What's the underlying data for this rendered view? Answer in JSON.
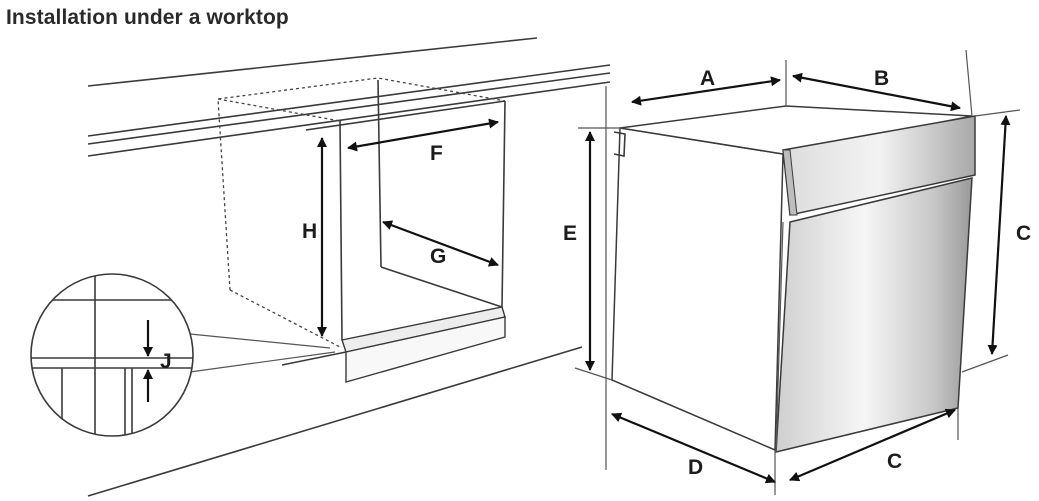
{
  "title": "Installation under a worktop",
  "labels": {
    "A": "A",
    "B": "B",
    "C_right": "C",
    "C_bottom": "C",
    "D": "D",
    "E": "E",
    "F": "F",
    "G": "G",
    "H": "H",
    "J": "J"
  },
  "colors": {
    "stroke": "#3a3a3a",
    "text": "#1c1c1c",
    "steel_light": "#f4f4f4",
    "steel_dark": "#9a9a9a"
  }
}
